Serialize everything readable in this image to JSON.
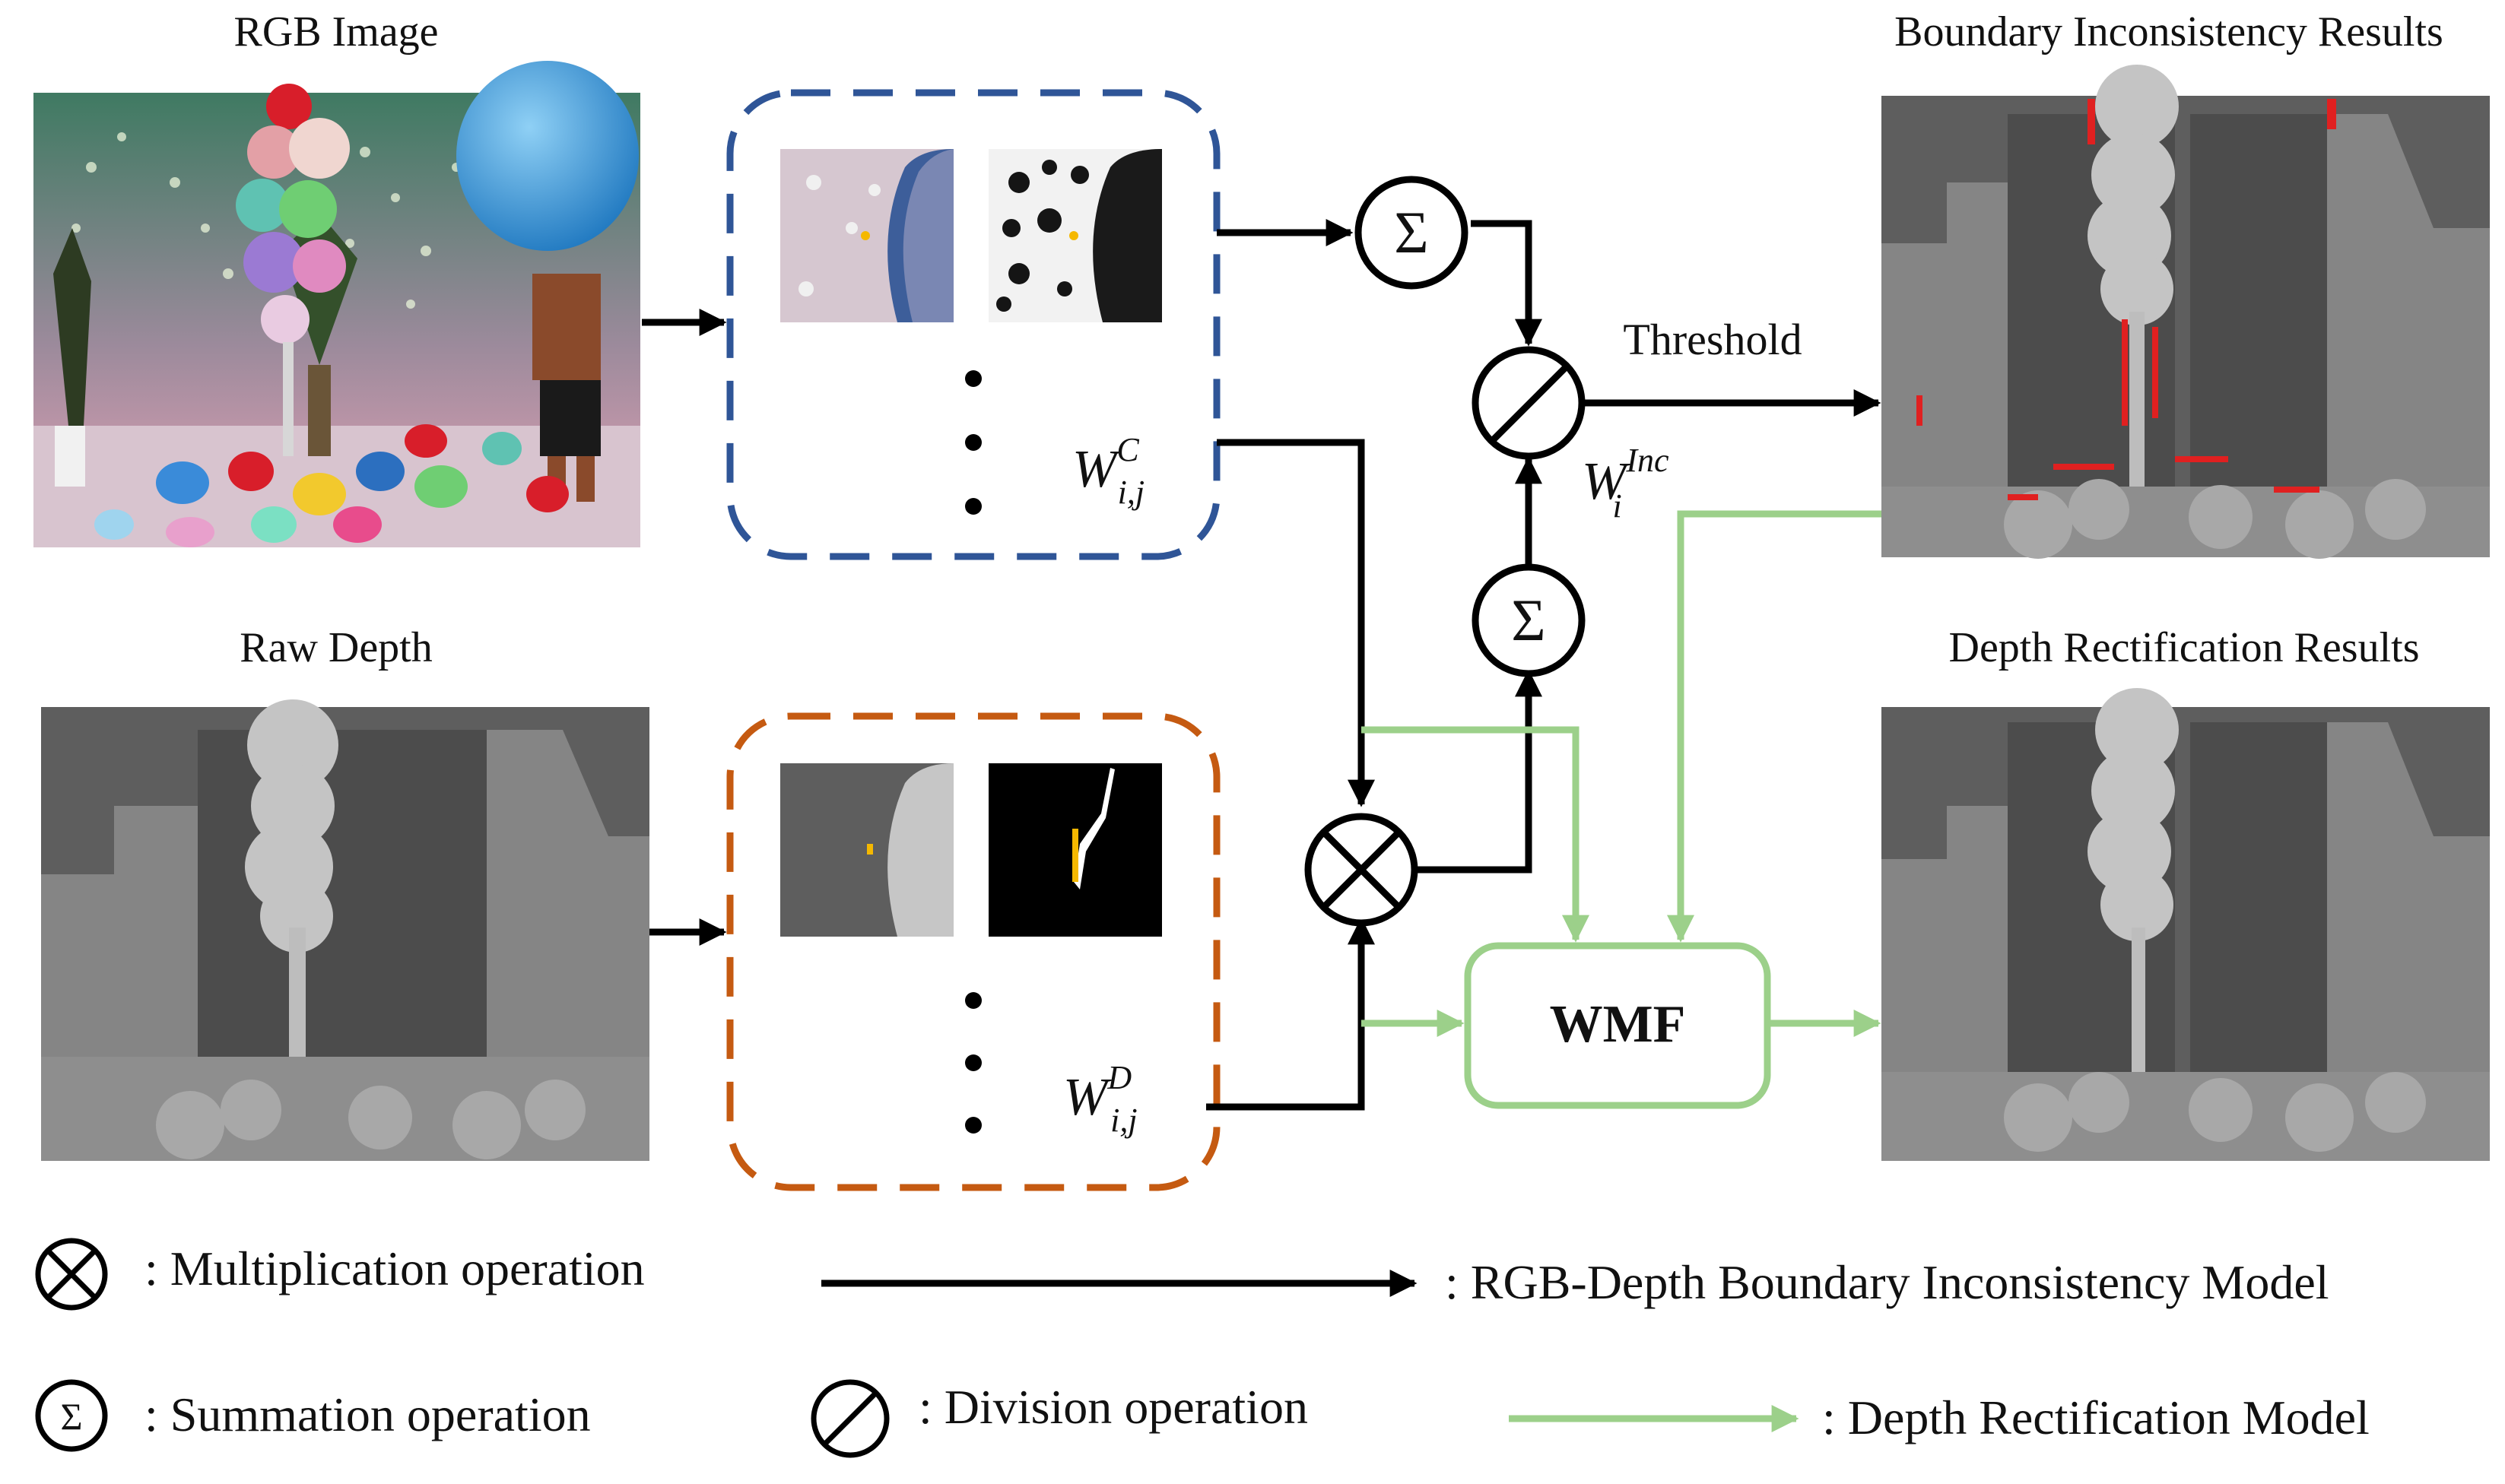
{
  "labels": {
    "rgb_image": "RGB Image",
    "raw_depth": "Raw Depth",
    "boundary_results": "Boundary Inconsistency Results",
    "rectification_results": "Depth Rectification Results",
    "threshold": "Threshold",
    "wmf": "WMF"
  },
  "weights": {
    "color": {
      "base": "W",
      "sup": "C",
      "sub": "i,j"
    },
    "depth": {
      "base": "W",
      "sup": "D",
      "sub": "i,j"
    },
    "inconsistency": {
      "base": "W",
      "sup": "Inc",
      "sub": "i"
    }
  },
  "operators": {
    "sum": "Σ"
  },
  "legend": {
    "multiplication": ": Multiplication operation",
    "summation": ": Summation operation",
    "division": ": Division operation",
    "boundary_model": ": RGB-Depth Boundary Inconsistency Model",
    "rectification_model": ": Depth Rectification Model"
  },
  "colors": {
    "boundary_flow": "#000000",
    "rectification_flow": "#9cd08a",
    "color_window_border": "#2f5597",
    "depth_window_border": "#c55a11",
    "inconsistency_marks": "#e02020"
  }
}
